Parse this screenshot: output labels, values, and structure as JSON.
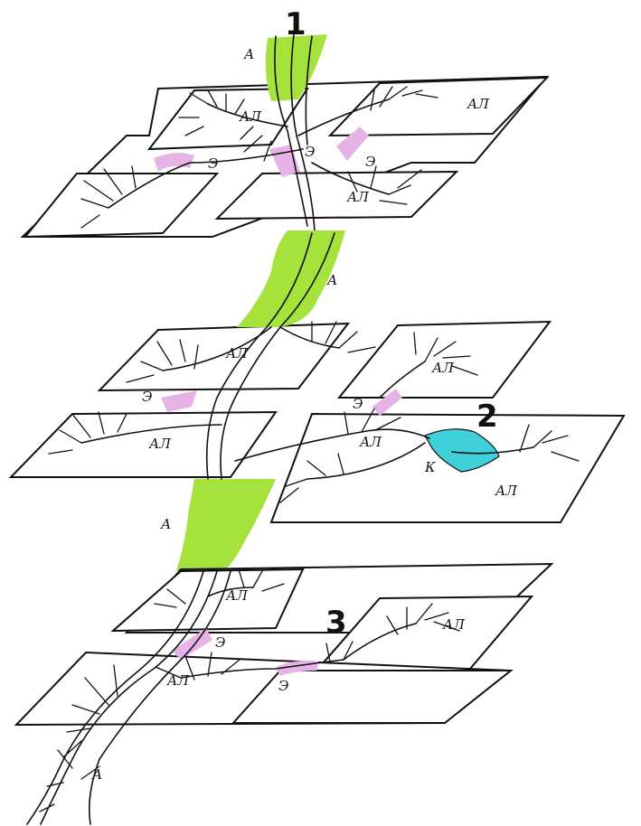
{
  "markers": {
    "m1": "1",
    "m2": "2",
    "m3": "3"
  },
  "labels": {
    "artery": "А",
    "arteriole": "АЛ",
    "efferent": "Э",
    "capillary": "К"
  },
  "colors": {
    "artery_fill": "#a6e23c",
    "efferent_fill": "#e7b3e6",
    "capillary_fill": "#3fd0dc"
  }
}
